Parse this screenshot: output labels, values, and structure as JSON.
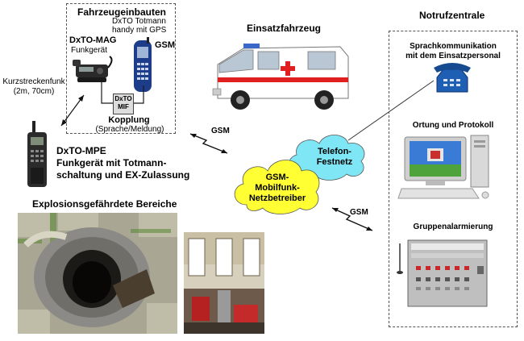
{
  "vehicle_box": {
    "title": "Fahrzeugeinbauten",
    "totmann_line1": "DxTO Totmann",
    "totmann_line2": "handy mit GPS",
    "mag_title": "DxTO-MAG",
    "mag_sub": "Funkgerät",
    "gsm_label": "GSM",
    "mif_line1": "DxTO",
    "mif_line2": "MIF",
    "kopplung_title": "Kopplung",
    "kopplung_sub": "(Sprache/Meldung)"
  },
  "short_range": {
    "line1": "Kurzstreckenfunk",
    "line2": "(2m, 70cm)"
  },
  "mpe": {
    "line1": "DxTO-MPE",
    "line2": "Funkgerät mit Totmann-",
    "line3": "schaltung und EX-Zulassung"
  },
  "explosion_title": "Explosionsgefährdete Bereiche",
  "einsatzfahrzeug": "Einsatzfahrzeug",
  "gsm_upper": "GSM",
  "gsm_lower": "GSM",
  "cloud_festnetz": {
    "line1": "Telefon-",
    "line2": "Festnetz"
  },
  "cloud_mobilfunk": {
    "line1": "GSM-",
    "line2": "Mobilfunk-",
    "line3": "Netzbetreiber"
  },
  "notrufzentrale": {
    "title": "Notrufzentrale",
    "sprach_line1": "Sprachkommunikation",
    "sprach_line2": "mit dem Einsatzpersonal",
    "ortung": "Ortung und Protokoll",
    "gruppen": "Gruppenalarmierung"
  },
  "colors": {
    "cloud_cyan": "#7fe6f5",
    "cloud_yellow": "#ffff33",
    "ambulance_red": "#e02020",
    "phone_blue": "#1e5fb4"
  },
  "icons": [
    "radio-handset-icon",
    "car-radio-icon",
    "gsm-phone-icon",
    "mif-box-icon",
    "ambulance-icon",
    "desk-phone-icon",
    "computer-icon",
    "alarm-panel-icon",
    "lightning-icon"
  ]
}
